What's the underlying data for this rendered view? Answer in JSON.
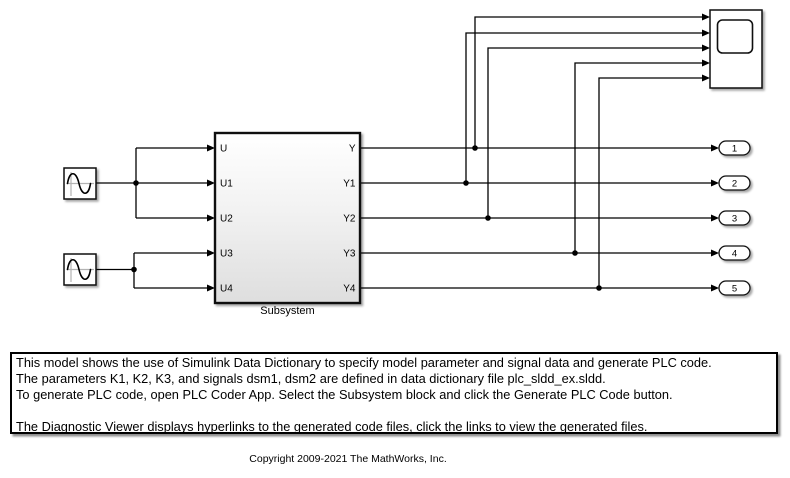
{
  "colors": {
    "wire": "#000000",
    "block_border": "#0f0f0f",
    "block_fill": "#ffffff",
    "subsystem_gradient_top": "#ffffff",
    "subsystem_gradient_bottom": "#dedede",
    "icon_axis_gray": "#b3b3b3"
  },
  "icons": {
    "sine1": "sine-wave-icon",
    "sine2": "sine-wave-icon",
    "scope": "scope-screen-icon"
  },
  "subsystem": {
    "label": "Subsystem",
    "inputs": [
      "U",
      "U1",
      "U2",
      "U3",
      "U4"
    ],
    "outputs": [
      "Y",
      "Y1",
      "Y2",
      "Y3",
      "Y4"
    ]
  },
  "outports": [
    "1",
    "2",
    "3",
    "4",
    "5"
  ],
  "annotation": {
    "lines": [
      "This model shows the use of Simulink Data Dictionary to specify model parameter and signal data and generate PLC code.",
      "The parameters K1, K2, K3, and signals dsm1, dsm2 are defined in data dictionary file plc_sldd_ex.sldd.",
      "To generate PLC code, open PLC Coder App. Select the Subsystem block and click the Generate PLC Code button.",
      "",
      "The Diagnostic Viewer displays hyperlinks to the generated code files, click the links to view the generated files."
    ]
  },
  "copyright": "Copyright 2009-2021 The MathWorks, Inc."
}
